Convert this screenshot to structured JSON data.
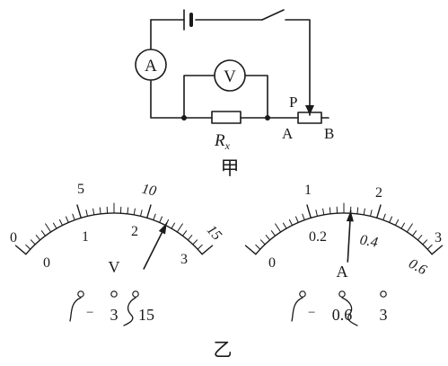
{
  "circuit": {
    "caption": "甲",
    "ammeter_symbol": "A",
    "voltmeter_symbol": "V",
    "slider_label": "P",
    "resistor_label": "R",
    "resistor_subscript": "x",
    "end_a_label": "A",
    "end_b_label": "B"
  },
  "meters_caption": "乙",
  "voltmeter": {
    "symbol": "V",
    "upper_scale": [
      "0",
      "5",
      "10",
      "15"
    ],
    "lower_scale": [
      "0",
      "1",
      "2",
      "3"
    ],
    "terminals": [
      "−",
      "3",
      "15"
    ],
    "needle_reading": 2.3,
    "needle_max": 3
  },
  "ammeter": {
    "symbol": "A",
    "upper_scale": [
      "1",
      "2",
      "3"
    ],
    "lower_scale": [
      "0",
      "0.2",
      "0.4",
      "0.6"
    ],
    "terminals": [
      "−",
      "0.6",
      "3"
    ],
    "needle_reading": 0.32,
    "needle_max": 0.6
  }
}
